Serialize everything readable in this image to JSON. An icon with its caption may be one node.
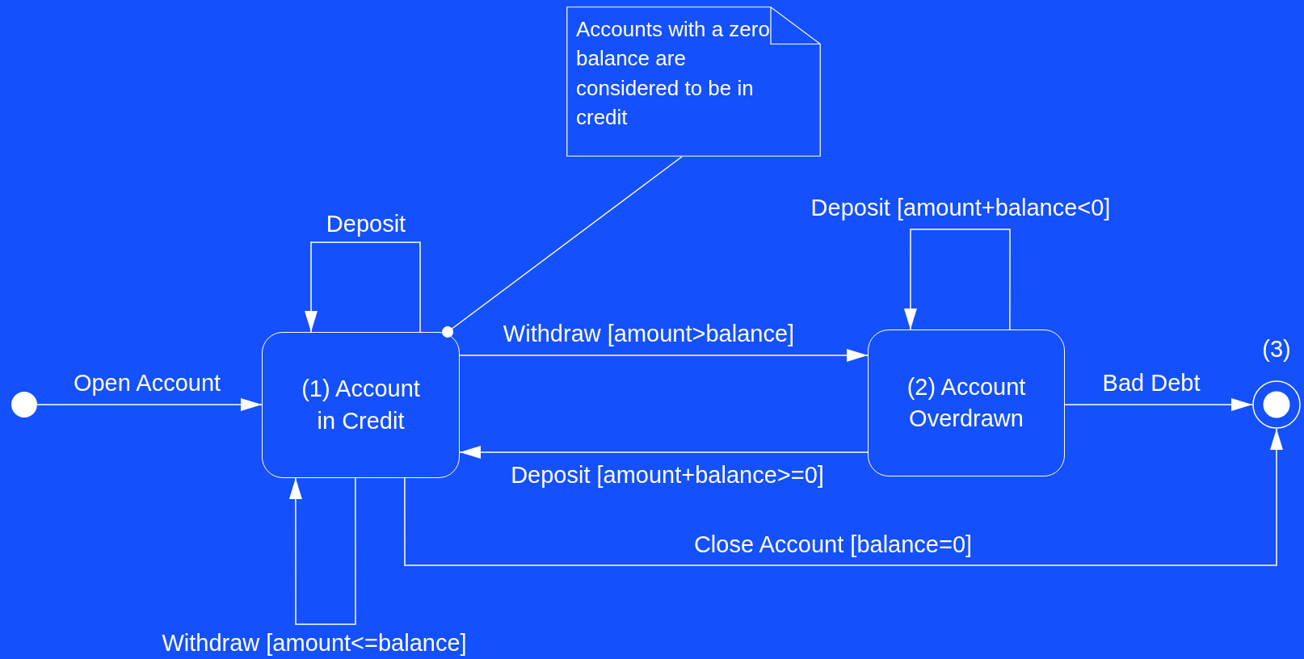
{
  "diagram": {
    "nodes": [
      {
        "text": [],
        "shape": "circle"
      },
      {
        "text": [
          "(1) Account in Credit"
        ]
      },
      {
        "text": [
          "(2) Account Overdrawn"
        ]
      },
      {
        "text": [],
        "shape": "circle",
        "beside": [
          "(3)"
        ]
      },
      {
        "text": [
          "Accounts with a zero balance are considered to be in credit"
        ]
      }
    ],
    "edges": [
      {
        "from": 0,
        "to": 1,
        "arrow": "to",
        "label": "Open Account"
      },
      {
        "from": 1,
        "to": 1,
        "arrow": "to",
        "label": "Deposit"
      },
      {
        "from": 1,
        "to": 2,
        "arrow": "to",
        "label": "Withdraw [amount>balance]"
      },
      {
        "from": 2,
        "to": 1,
        "arrow": "to",
        "label": "Deposit [amount+balance>=0]"
      },
      {
        "from": 2,
        "to": 2,
        "arrow": "to",
        "label": "Deposit [amount+balance<0]"
      },
      {
        "from": 1,
        "to": 1,
        "arrow": "to",
        "label": "Withdraw [amount<=balance]"
      },
      {
        "from": 2,
        "to": 3,
        "arrow": "to",
        "label": "Bad Debt"
      },
      {
        "from": 1,
        "to": 3,
        "arrow": "to",
        "label": "Close Account [balance=0]"
      },
      {
        "from": 4,
        "to": 1,
        "arrow": "other"
      }
    ]
  }
}
